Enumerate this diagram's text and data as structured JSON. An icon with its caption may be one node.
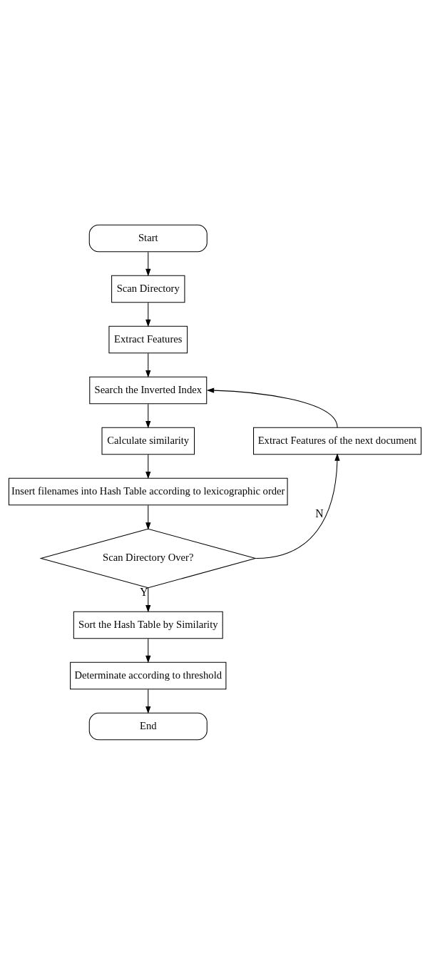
{
  "diagram": {
    "nodes": [
      {
        "text": [
          "Start"
        ]
      },
      {
        "text": [
          "Scan Directory"
        ]
      },
      {
        "text": [
          "Extract Features"
        ]
      },
      {
        "text": [
          "Search the Inverted Index"
        ]
      },
      {
        "text": [
          "Calculate similarity"
        ]
      },
      {
        "text": [
          "Insert filenames into Hash Table according to lexicographic order"
        ]
      },
      {
        "text": [
          "Scan Directory Over?"
        ]
      },
      {
        "text": [
          "Extract Features of the next document"
        ]
      },
      {
        "text": [
          "Sort the Hash Table by Similarity"
        ]
      },
      {
        "text": [
          "Determinate according to threshold"
        ]
      },
      {
        "text": [
          "End"
        ]
      }
    ],
    "edges": [
      {
        "from": 0,
        "to": 1,
        "arrow": "to"
      },
      {
        "from": 1,
        "to": 2,
        "arrow": "to"
      },
      {
        "from": 2,
        "to": 3,
        "arrow": "to"
      },
      {
        "from": 3,
        "to": 4,
        "arrow": "to"
      },
      {
        "from": 4,
        "to": 5,
        "arrow": "to"
      },
      {
        "from": 5,
        "to": 6,
        "arrow": "to"
      },
      {
        "from": 6,
        "to": 7,
        "arrow": "to",
        "label": "N"
      },
      {
        "from": 7,
        "to": 3,
        "arrow": "to"
      },
      {
        "from": 6,
        "to": 8,
        "arrow": "to",
        "label": "Y"
      },
      {
        "from": 8,
        "to": 9,
        "arrow": "to"
      },
      {
        "from": 9,
        "to": 10,
        "arrow": "to"
      }
    ]
  }
}
